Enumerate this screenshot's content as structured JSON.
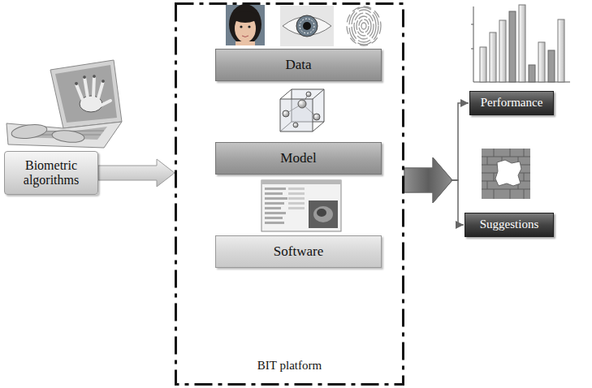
{
  "diagram": {
    "nodes": [
      {
        "text": [
          "Biometric algorithms"
        ]
      },
      {
        "text": [
          "BIT platform"
        ]
      },
      {
        "text": [
          "Data"
        ],
        "in": 1
      },
      {
        "text": [
          "Model"
        ],
        "in": 1
      },
      {
        "text": [
          "Software"
        ],
        "in": 1
      },
      {
        "text": [
          "Performance"
        ]
      },
      {
        "text": [
          "Suggestions"
        ]
      }
    ],
    "edges": [
      {
        "from": 0,
        "to": 1,
        "arrow": "to"
      },
      {
        "from": 1,
        "to": 5,
        "arrow": "to"
      },
      {
        "from": 1,
        "to": 6,
        "arrow": "to"
      }
    ]
  }
}
